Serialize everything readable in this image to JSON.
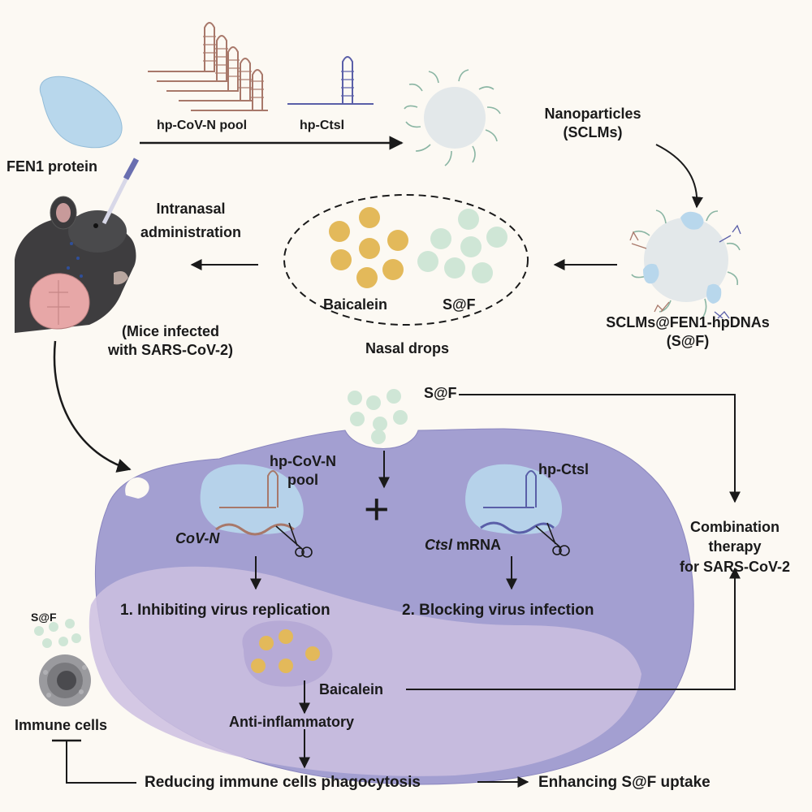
{
  "colors": {
    "background": "#fcf9f3",
    "cell": "#a39fd1",
    "nucleus": "#cdc0e0",
    "protein": "#b8d7ec",
    "sf_particle": "#cfe6d6",
    "baicalein": "#e3b95a",
    "hp_covn": "#a8786a",
    "hp_ctsl": "#5a5fa8",
    "arrow": "#1a1a1a"
  },
  "top": {
    "fen1_label": "FEN1 protein",
    "hp_covn_pool_label": "hp-CoV-N pool",
    "hp_ctsl_label": "hp-Ctsl",
    "nanoparticles_label_line1": "Nanoparticles",
    "nanoparticles_label_line2": "(SCLMs)"
  },
  "middle": {
    "intranasal_line1": "Intranasal",
    "intranasal_line2": "administration",
    "baicalein_label": "Baicalein",
    "sf_label": "S@F",
    "nasal_drops_label": "Nasal drops",
    "sclms_fen1_line1": "SCLMs@FEN1-hpDNAs",
    "sclms_fen1_line2": "(S@F)",
    "mice_line1": "(Mice infected",
    "mice_line2": "with SARS-CoV-2)"
  },
  "cell": {
    "sf_top_label": "S@F",
    "hp_covn_line1": "hp-CoV-N",
    "hp_covn_line2": "pool",
    "covn_label": "CoV-N",
    "hp_ctsl_label": "hp-Ctsl",
    "ctsl_italic": "Ctsl",
    "mrna_label": " mRNA",
    "plus_sign": "+",
    "step1": "1. Inhibiting virus replication",
    "step2": "2. Blocking virus infection",
    "baicalein_label": "Baicalein",
    "anti_inflammatory": "Anti-inflammatory"
  },
  "right": {
    "combo_line1": "Combination",
    "combo_line2": "therapy",
    "combo_line3": "for SARS-CoV-2"
  },
  "bottom": {
    "sf_label": "S@F",
    "immune_cells": "Immune cells",
    "reducing": "Reducing immune cells phagocytosis",
    "enhancing": "Enhancing S@F uptake"
  }
}
